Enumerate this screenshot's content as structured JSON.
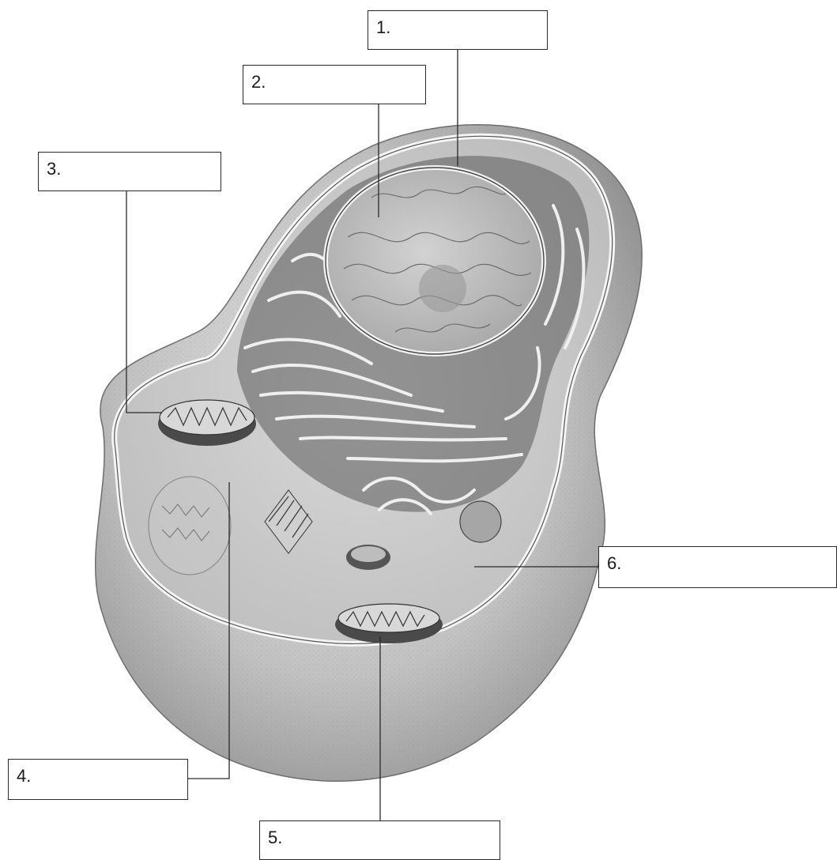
{
  "labels": [
    {
      "number": "1."
    },
    {
      "number": "2."
    },
    {
      "number": "3."
    },
    {
      "number": "4."
    },
    {
      "number": "5."
    },
    {
      "number": "6."
    }
  ],
  "colors": {
    "background": "#ffffff",
    "cell_shade_light": "#d4d4d4",
    "cell_shade_dark": "#8a8a8a",
    "membrane": "#f2f2f2",
    "ink": "#2a2a2a"
  }
}
